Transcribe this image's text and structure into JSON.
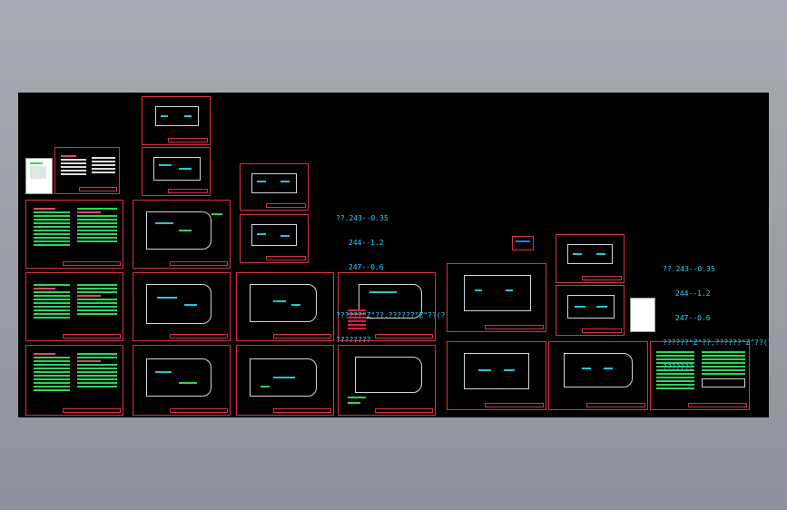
{
  "notes": {
    "left": {
      "line1": "??.243--0.35",
      "line2": "244--1.2",
      "line3": "247--0.6",
      "line4": "??????\"Z\"??,??????\"Z\"??(??????)",
      "line5": "????????"
    },
    "right": {
      "line1": "??.243--0.35",
      "line2": "244--1.2",
      "line3": "247--0.6",
      "line4": "??????\"Z\"??,??????\"Z\"??(??????)",
      "line5": "???????"
    }
  },
  "colors": {
    "background": "#000000",
    "sheet_border": "#d8304a",
    "note_text": "#2bd6ff",
    "plan_green": "#2bd65b",
    "plan_cyan": "#21c8d6"
  }
}
